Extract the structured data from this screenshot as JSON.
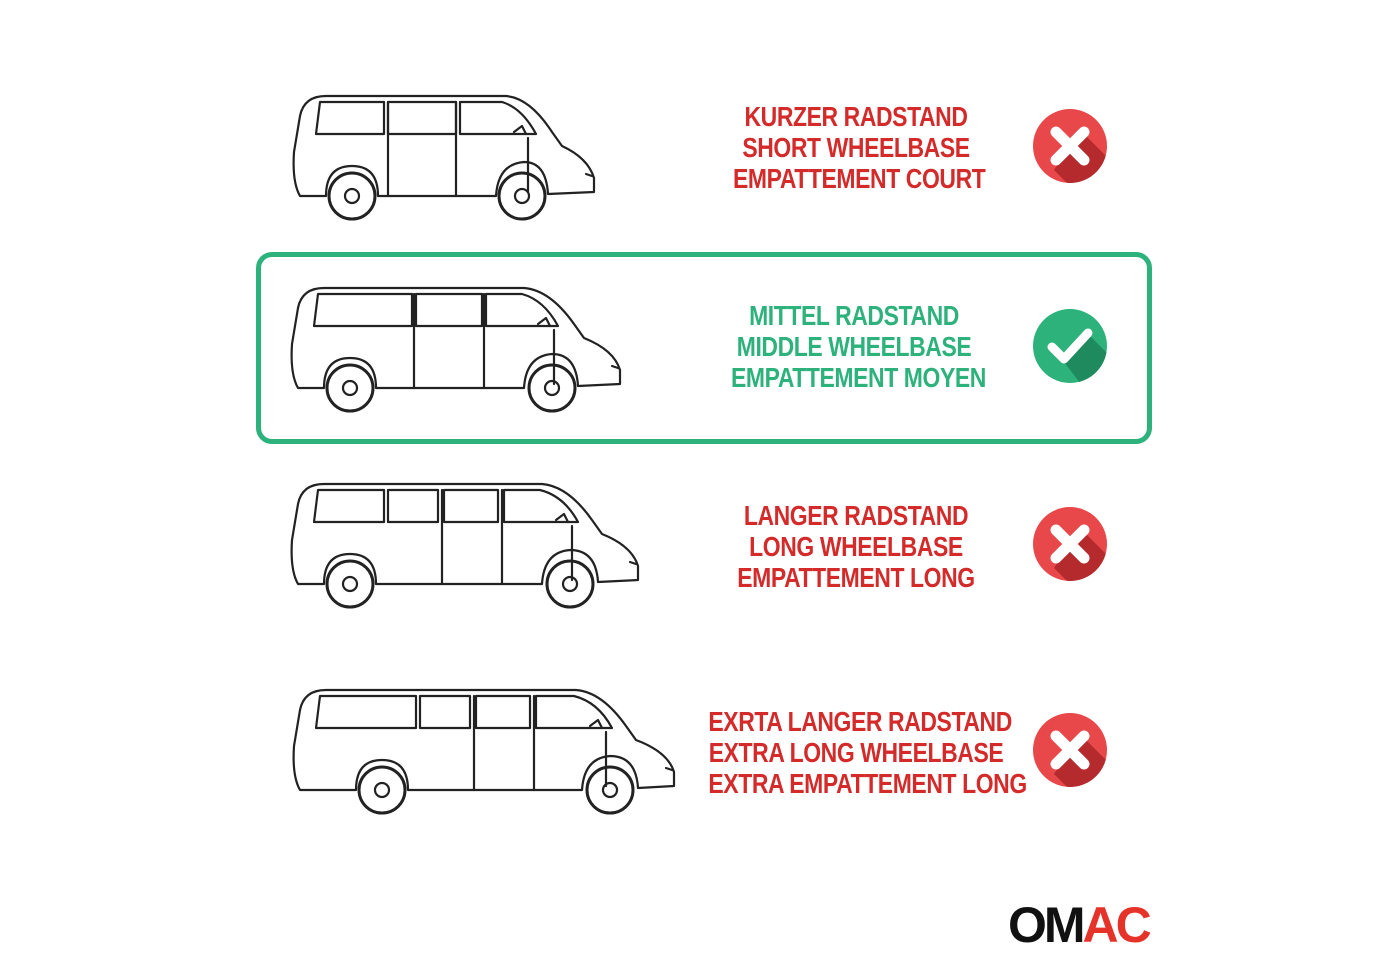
{
  "options": [
    {
      "line1": "KURZER RADSTAND",
      "line2": "SHORT WHEELBASE",
      "line3": "EMPATTEMENT COURT",
      "status": "not-compatible",
      "icon": "cross-icon",
      "color": "#d42a2a"
    },
    {
      "line1": "MITTEL RADSTAND",
      "line2": "MIDDLE WHEELBASE",
      "line3": "EMPATTEMENT MOYEN",
      "status": "compatible",
      "icon": "check-icon",
      "color": "#2cb27a"
    },
    {
      "line1": "LANGER RADSTAND",
      "line2": "LONG WHEELBASE",
      "line3": "EMPATTEMENT LONG",
      "status": "not-compatible",
      "icon": "cross-icon",
      "color": "#d42a2a"
    },
    {
      "line1": "EXRTA LANGER RADSTAND",
      "line2": "EXTRA LONG WHEELBASE",
      "line3": "EXTRA EMPATTEMENT LONG",
      "status": "not-compatible",
      "icon": "cross-icon",
      "color": "#d42a2a"
    }
  ],
  "brand": {
    "logo_text": "OMAC",
    "colors": {
      "dark": "#111111",
      "accent": "#e63329"
    }
  }
}
